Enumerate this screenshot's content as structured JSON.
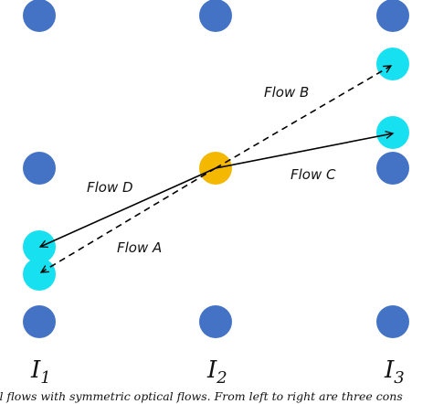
{
  "frames": [
    {
      "name": "I",
      "sub": "1"
    },
    {
      "name": "I",
      "sub": "2"
    },
    {
      "name": "I",
      "sub": "3"
    }
  ],
  "flows": {
    "a": "Flow A",
    "b": "Flow B",
    "c": "Flow C",
    "d": "Flow D"
  },
  "caption": "al flows with symmetric optical flows. From left to right are three cons",
  "colors": {
    "grid_dot": "#4472c4",
    "target_dot": "#17e1f0",
    "center_dot": "#f5b800",
    "arrow": "#000000"
  }
}
